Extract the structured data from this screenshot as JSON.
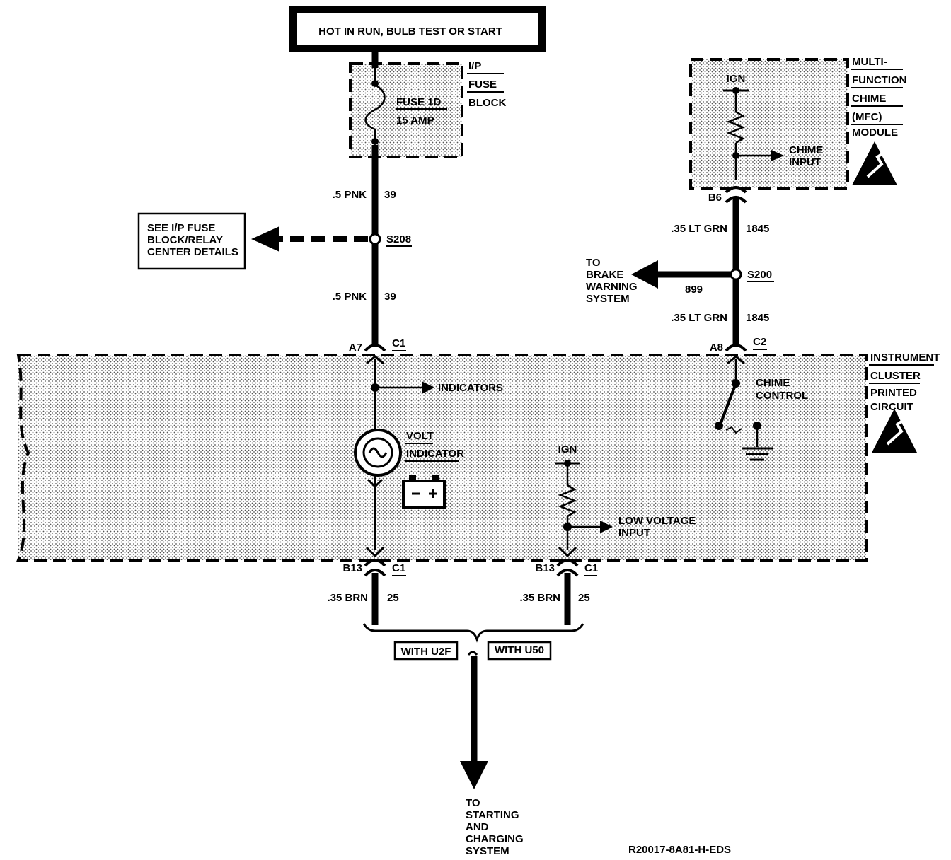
{
  "header": {
    "power_label": "HOT IN RUN, BULB TEST OR START"
  },
  "fuse_block": {
    "name_line1": "I/P",
    "name_line2": "FUSE",
    "name_line3": "BLOCK",
    "fuse_id": "FUSE 1D",
    "fuse_rating": "15 AMP"
  },
  "mfc_module": {
    "name_line1": "MULTI-",
    "name_line2": "FUNCTION",
    "name_line3": "CHIME",
    "name_line4": "(MFC)",
    "name_line5": "MODULE",
    "ign_label": "IGN",
    "output_line1": "CHIME",
    "output_line2": "INPUT",
    "pin": "B6"
  },
  "wires": {
    "w1_gauge": ".5 PNK",
    "w1_circuit": "39",
    "w2_gauge": ".5 PNK",
    "w2_circuit": "39",
    "w3_gauge": ".35 LT GRN",
    "w3_circuit": "1845",
    "w4_gauge": ".35 LT GRN",
    "w4_circuit": "1845",
    "brake_circuit": "899",
    "w5_gauge": ".35 BRN",
    "w5_circuit": "25",
    "w6_gauge": ".35 BRN",
    "w6_circuit": "25"
  },
  "splices": {
    "s208": "S208",
    "s200": "S200"
  },
  "references": {
    "fuse_detail_line1": "SEE I/P FUSE",
    "fuse_detail_line2": "BLOCK/RELAY",
    "fuse_detail_line3": "CENTER DETAILS",
    "brake_line1": "TO",
    "brake_line2": "BRAKE",
    "brake_line3": "WARNING",
    "brake_line4": "SYSTEM",
    "starting_line1": "TO",
    "starting_line2": "STARTING",
    "starting_line3": "AND",
    "starting_line4": "CHARGING",
    "starting_line5": "SYSTEM"
  },
  "connectors": {
    "a7_pin": "A7",
    "a7_conn": "C1",
    "a8_pin": "A8",
    "a8_conn": "C2",
    "b13_left_pin": "B13",
    "b13_left_conn": "C1",
    "b13_right_pin": "B13",
    "b13_right_conn": "C1"
  },
  "cluster": {
    "name_line1": "INSTRUMENT",
    "name_line2": "CLUSTER",
    "name_line3": "PRINTED",
    "name_line4": "CIRCUIT",
    "indicators_label": "INDICATORS",
    "volt_line1": "VOLT",
    "volt_line2": "INDICATOR",
    "chime_line1": "CHIME",
    "chime_line2": "CONTROL",
    "ign_label": "IGN",
    "low_voltage_line1": "LOW VOLTAGE",
    "low_voltage_line2": "INPUT"
  },
  "options": {
    "u2f": "WITH U2F",
    "u50": "WITH U50"
  },
  "footer": {
    "drawing_id": "R20017-8A81-H-EDS"
  }
}
